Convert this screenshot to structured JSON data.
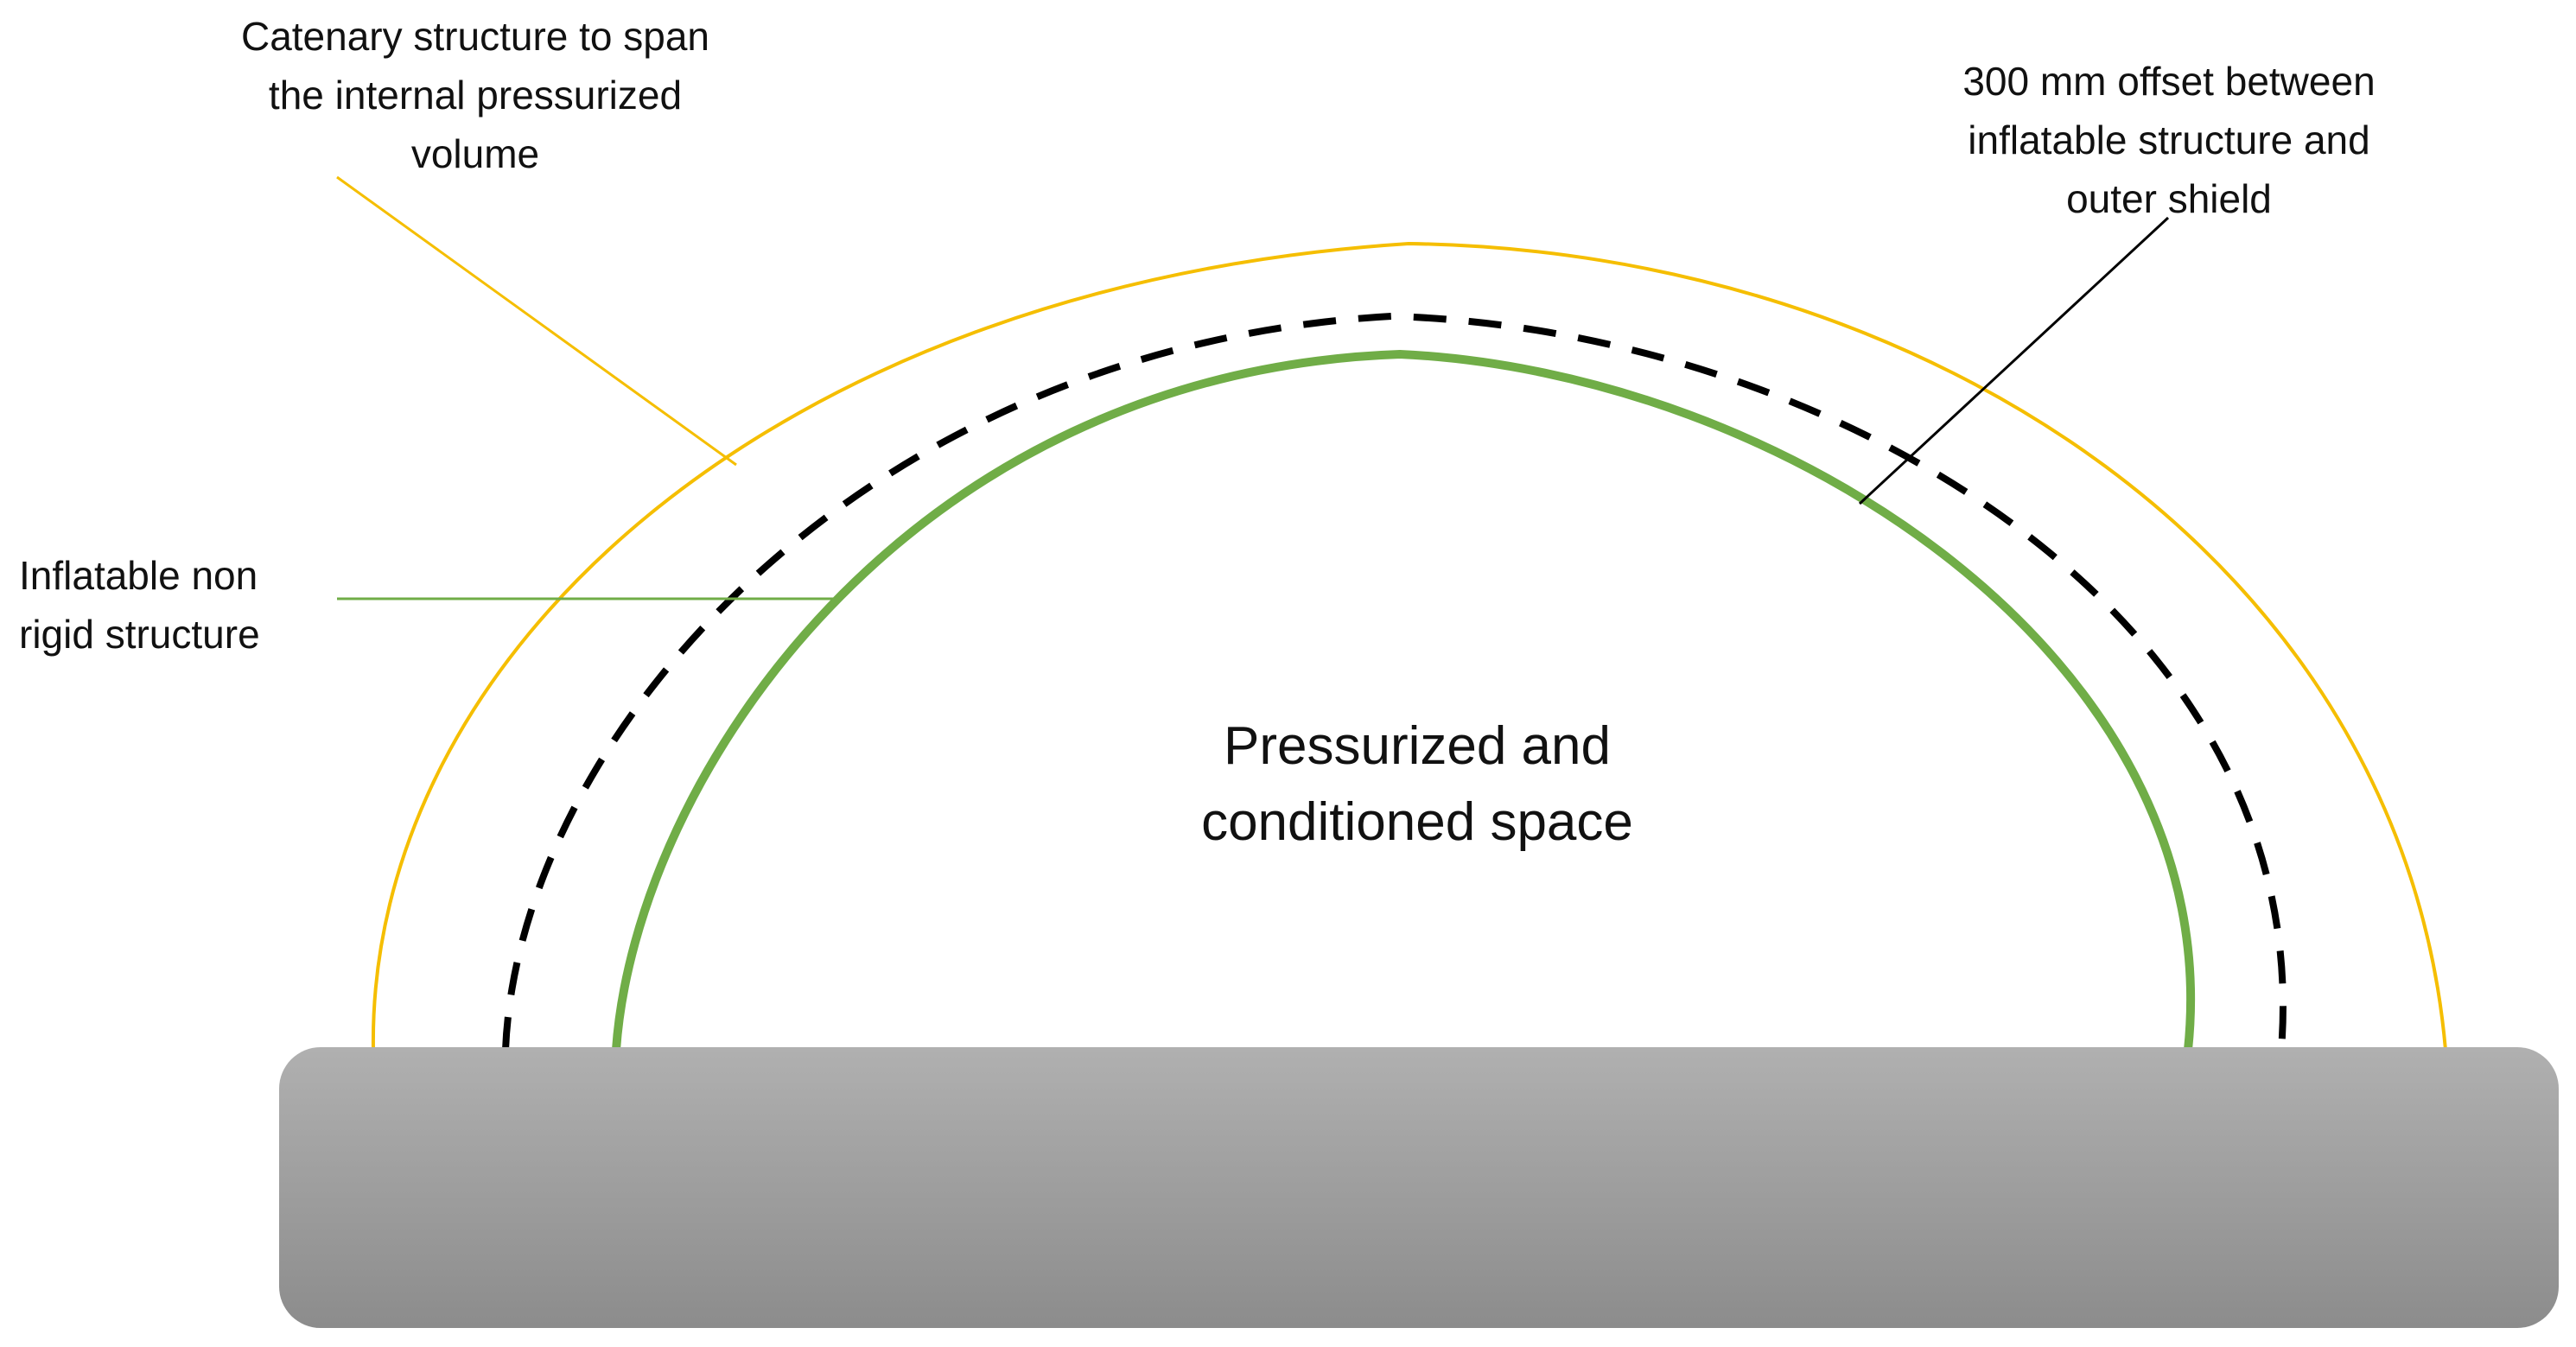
{
  "labels": {
    "catenary": [
      "Catenary structure to span",
      "the internal pressurized",
      "volume"
    ],
    "offset": [
      "300 mm offset between",
      "inflatable structure and",
      "outer shield"
    ],
    "inflatable": [
      "Inflatable non",
      "rigid structure"
    ],
    "space": [
      "Pressurized and",
      "conditioned space"
    ]
  },
  "colors": {
    "catenary_line": "#F5BE00",
    "inflatable_line": "#70AD47",
    "offset_line": "#000000",
    "base_top": "#B0B0B0",
    "base_bottom": "#8C8C8C",
    "background": "#FFFFFF"
  }
}
